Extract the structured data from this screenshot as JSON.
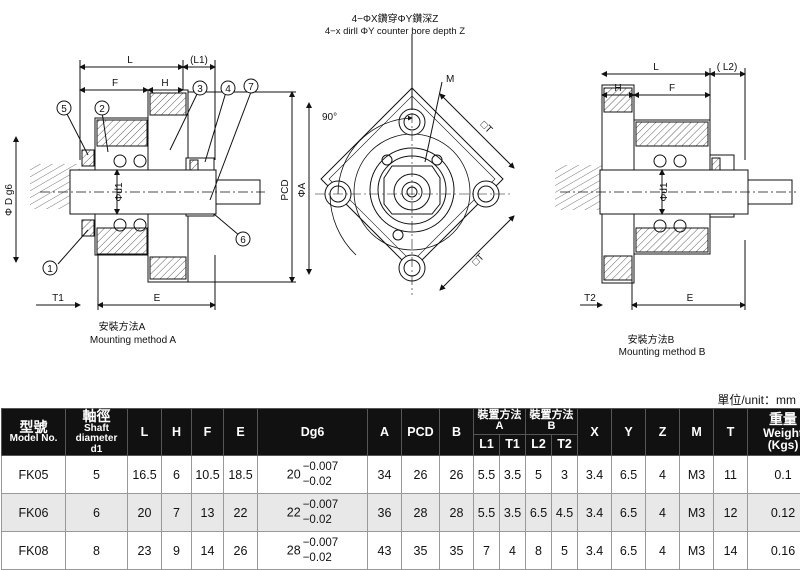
{
  "drawing": {
    "top_note_cn": "4−ΦX鑽穿ΦY鑽深Z",
    "top_note_en": "4−x dirll ΦY counter bore depth Z",
    "label_L": "L",
    "label_L1": "(L1)",
    "label_L2": "( L2)",
    "label_F": "F",
    "label_H": "H",
    "label_E": "E",
    "label_T1": "T1",
    "label_T2": "T2",
    "label_M": "M",
    "label_T": "□T",
    "label_angle": "90°",
    "label_Dg6": "Φ D g6",
    "label_d1": "Φd1",
    "label_PCD": "PCD",
    "label_A": "ΦA",
    "balloons": [
      "1",
      "2",
      "3",
      "4",
      "5",
      "6",
      "7"
    ],
    "method_a_cn": "安裝方法A",
    "method_a_en": "Mounting method A",
    "method_b_cn": "安裝方法B",
    "method_b_en": "Mounting method B"
  },
  "table": {
    "unit": "單位/unit：mm",
    "headers": {
      "model_cn": "型號",
      "model_en": "Model No.",
      "shaft_cn": "軸徑",
      "shaft_en": "Shaft diameter",
      "shaft_sym": "d1",
      "L": "L",
      "H": "H",
      "F": "F",
      "E": "E",
      "Dg6": "Dg6",
      "A": "A",
      "PCD": "PCD",
      "B": "B",
      "method_a": "裝置方法A",
      "method_b": "裝置方法B",
      "L1": "L1",
      "T1": "T1",
      "L2": "L2",
      "T2": "T2",
      "X": "X",
      "Y": "Y",
      "Z": "Z",
      "M": "M",
      "T": "T",
      "weight_cn": "重量",
      "weight_en": "Weight",
      "weight_unit": "(Kgs)"
    },
    "rows": [
      {
        "model": "FK05",
        "d1": "5",
        "L": "16.5",
        "H": "6",
        "F": "10.5",
        "E": "18.5",
        "dg": "20",
        "tol_up": "−0.007",
        "tol_dn": "−0.02",
        "A": "34",
        "PCD": "26",
        "B": "26",
        "L1": "5.5",
        "T1": "3.5",
        "L2": "5",
        "T2": "3",
        "X": "3.4",
        "Y": "6.5",
        "Z": "4",
        "M": "M3",
        "T": "11",
        "W": "0.1"
      },
      {
        "model": "FK06",
        "d1": "6",
        "L": "20",
        "H": "7",
        "F": "13",
        "E": "22",
        "dg": "22",
        "tol_up": "−0.007",
        "tol_dn": "−0.02",
        "A": "36",
        "PCD": "28",
        "B": "28",
        "L1": "5.5",
        "T1": "3.5",
        "L2": "6.5",
        "T2": "4.5",
        "X": "3.4",
        "Y": "6.5",
        "Z": "4",
        "M": "M3",
        "T": "12",
        "W": "0.12"
      },
      {
        "model": "FK08",
        "d1": "8",
        "L": "23",
        "H": "9",
        "F": "14",
        "E": "26",
        "dg": "28",
        "tol_up": "−0.007",
        "tol_dn": "−0.02",
        "A": "43",
        "PCD": "35",
        "B": "35",
        "L1": "7",
        "T1": "4",
        "L2": "8",
        "T2": "5",
        "X": "3.4",
        "Y": "6.5",
        "Z": "4",
        "M": "M3",
        "T": "14",
        "W": "0.16"
      }
    ]
  }
}
